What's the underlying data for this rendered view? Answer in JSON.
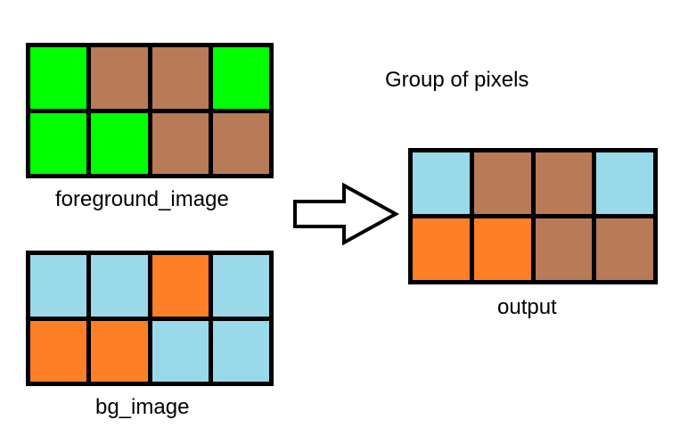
{
  "heading": "Group of pixels",
  "colors": {
    "green": "#00ff00",
    "brown": "#b97a57",
    "light_blue": "#99d9ea",
    "orange": "#ff7f27",
    "outline": "#000000"
  },
  "foreground": {
    "label": "foreground_image",
    "cells": [
      [
        "green",
        "brown",
        "brown",
        "green"
      ],
      [
        "green",
        "green",
        "brown",
        "brown"
      ]
    ]
  },
  "background": {
    "label": "bg_image",
    "cells": [
      [
        "light_blue",
        "light_blue",
        "orange",
        "light_blue"
      ],
      [
        "orange",
        "orange",
        "light_blue",
        "light_blue"
      ]
    ]
  },
  "output": {
    "label": "output",
    "cells": [
      [
        "light_blue",
        "brown",
        "brown",
        "light_blue"
      ],
      [
        "orange",
        "orange",
        "brown",
        "brown"
      ]
    ]
  }
}
